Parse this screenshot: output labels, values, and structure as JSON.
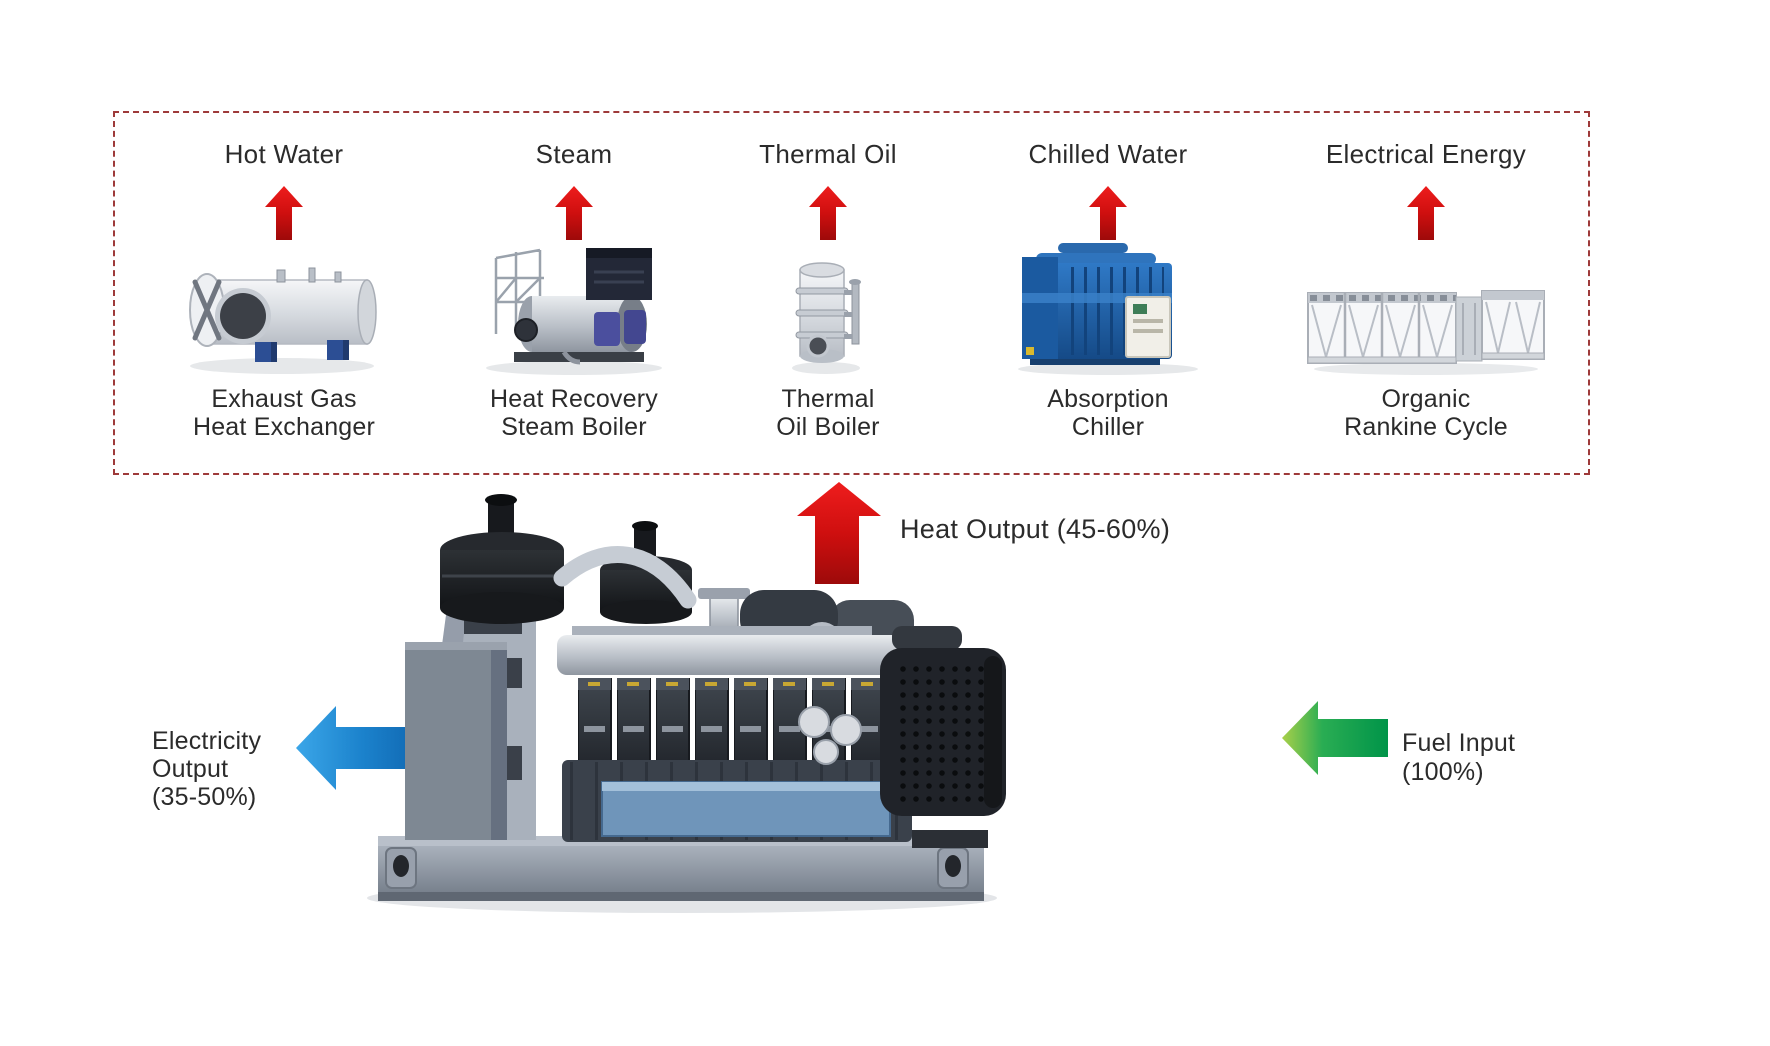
{
  "outputs_box": {
    "items": [
      {
        "output": "Hot Water",
        "equipment_line1": "Exhaust Gas",
        "equipment_line2": "Heat Exchanger"
      },
      {
        "output": "Steam",
        "equipment_line1": "Heat Recovery",
        "equipment_line2": "Steam Boiler"
      },
      {
        "output": "Thermal Oil",
        "equipment_line1": "Thermal",
        "equipment_line2": "Oil Boiler"
      },
      {
        "output": "Chilled Water",
        "equipment_line1": "Absorption",
        "equipment_line2": "Chiller"
      },
      {
        "output": "Electrical Energy",
        "equipment_line1": "Organic",
        "equipment_line2": "Rankine Cycle"
      }
    ]
  },
  "flows": {
    "heat_output": {
      "label": "Heat Output (45-60%)"
    },
    "electricity_output": {
      "line1": "Electricity",
      "line2": "Output",
      "line3": "(35-50%)"
    },
    "fuel_input": {
      "line1": "Fuel Input",
      "line2": "(100%)"
    }
  },
  "icons": {
    "red-up-arrow-icon": "▲",
    "heat-output-arrow-icon": "⬆",
    "electricity-output-arrow-icon": "⬅",
    "fuel-input-arrow-icon": "⬅"
  },
  "images": {
    "column_images": [
      "exhaust-gas-heat-exchanger",
      "heat-recovery-steam-boiler",
      "thermal-oil-boiler",
      "absorption-chiller",
      "organic-rankine-cycle"
    ],
    "center_image": "gas-engine-genset"
  },
  "colors": {
    "heat_arrow_red": "#d31111",
    "electricity_arrow_blue": "#1b82cc",
    "fuel_arrow_green": "#12a350",
    "box_border_maroon": "#9e3a3a",
    "text": "#2b2b2b",
    "background": "#ffffff"
  }
}
